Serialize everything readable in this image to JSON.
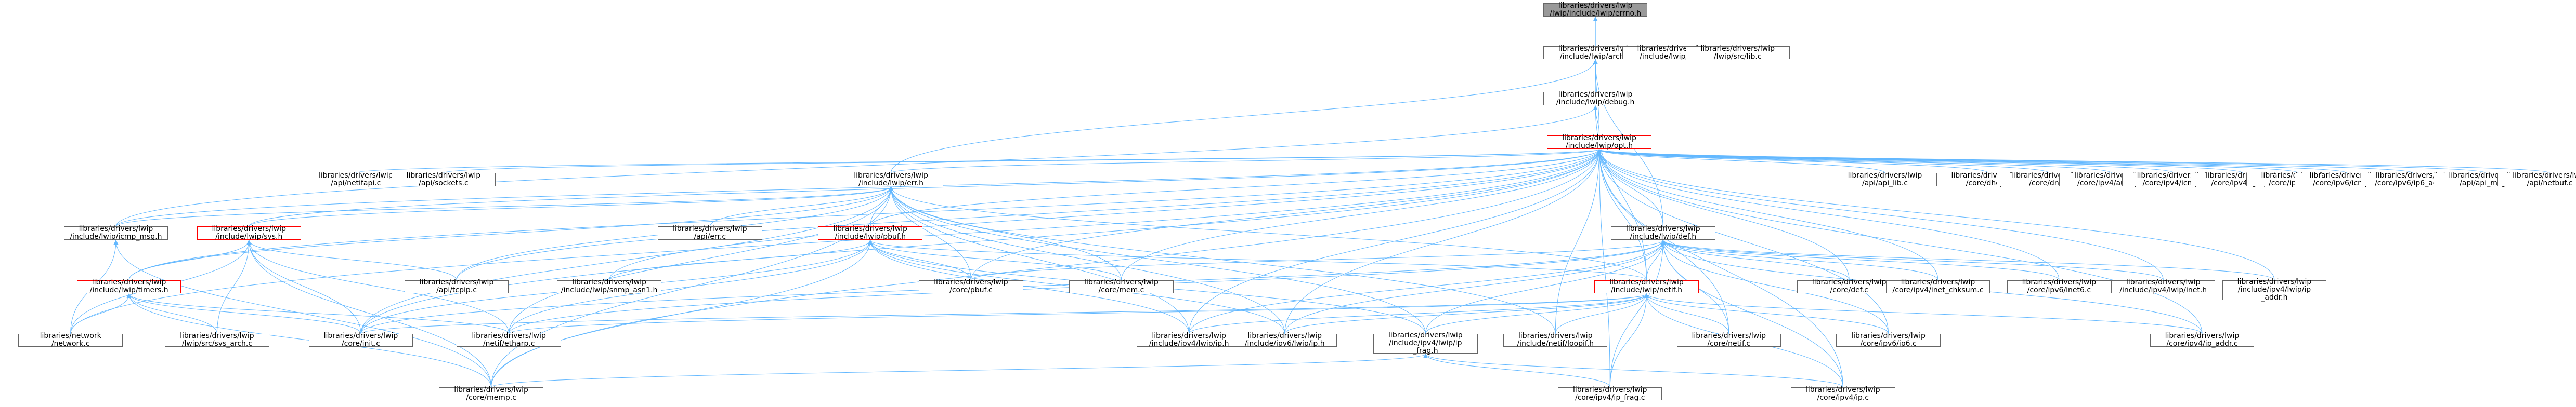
{
  "colors": {
    "edge": "#63b8ff",
    "node_border": "#666666",
    "node_fill": "#ffffff",
    "root_fill": "#999999",
    "warn_border": "#ff0000",
    "background": "#ffffff"
  },
  "nodes": [
    {
      "id": "errno_h",
      "lines": [
        "libraries/drivers/lwip",
        "/lwip/include/lwip/errno.h"
      ],
      "kind": "root"
    },
    {
      "id": "arch_h",
      "lines": [
        "libraries/drivers/lwip",
        "/include/lwip/arch.h"
      ],
      "kind": "normal"
    },
    {
      "id": "debug_h",
      "lines": [
        "libraries/drivers/lwip",
        "/include/lwip/debug.h"
      ],
      "kind": "normal"
    },
    {
      "id": "inttypes_h",
      "lines": [
        "libraries/drivers/lwip",
        "/include/lwip/inet.h"
      ],
      "kind": "normal"
    },
    {
      "id": "sys_lib",
      "lines": [
        "libraries/drivers/lwip",
        "/lwip/src/lib.c"
      ],
      "kind": "normal"
    },
    {
      "id": "opt_h",
      "lines": [
        "libraries/drivers/lwip",
        "/include/lwip/opt.h"
      ],
      "kind": "warn"
    },
    {
      "id": "api_netifapi",
      "lines": [
        "libraries/drivers/lwip",
        "/api/netifapi.c"
      ],
      "kind": "normal"
    },
    {
      "id": "api_sockets",
      "lines": [
        "libraries/drivers/lwip",
        "/api/sockets.c"
      ],
      "kind": "normal"
    },
    {
      "id": "err_h",
      "lines": [
        "libraries/drivers/lwip",
        "/include/lwip/err.h"
      ],
      "kind": "normal"
    },
    {
      "id": "api_lib",
      "lines": [
        "libraries/drivers/lwip",
        "/api/api_lib.c"
      ],
      "kind": "normal"
    },
    {
      "id": "core_dhcp",
      "lines": [
        "libraries/drivers/lwip",
        "/core/dhcp.c"
      ],
      "kind": "normal"
    },
    {
      "id": "core_dns",
      "lines": [
        "libraries/drivers/lwip",
        "/core/dns.c"
      ],
      "kind": "normal"
    },
    {
      "id": "ipv4_autoip",
      "lines": [
        "libraries/drivers/lwip",
        "/core/ipv4/autoip.c"
      ],
      "kind": "normal"
    },
    {
      "id": "ipv4_icmp",
      "lines": [
        "libraries/drivers/lwip",
        "/core/ipv4/icmp.c"
      ],
      "kind": "normal"
    },
    {
      "id": "ipv4_igmp",
      "lines": [
        "libraries/drivers/lwip",
        "/core/ipv4/igmp.c"
      ],
      "kind": "normal"
    },
    {
      "id": "ipv4_inet",
      "lines": [
        "libraries/drivers/lwip",
        "/core/ipv4/inet.c"
      ],
      "kind": "normal"
    },
    {
      "id": "ipv6_icmp6",
      "lines": [
        "libraries/drivers/lwip",
        "/core/ipv6/icmp6.c"
      ],
      "kind": "normal"
    },
    {
      "id": "ipv6_ip6_addr",
      "lines": [
        "libraries/drivers/lwip",
        "/core/ipv6/ip6_addr.c"
      ],
      "kind": "normal"
    },
    {
      "id": "api_msg",
      "lines": [
        "libraries/drivers/lwip",
        "/api/api_msg.c"
      ],
      "kind": "normal"
    },
    {
      "id": "api_netbuf",
      "lines": [
        "libraries/drivers/lwip",
        "/api/netbuf.c"
      ],
      "kind": "normal"
    },
    {
      "id": "icmp_msg_h",
      "lines": [
        "libraries/drivers/lwip",
        "/include/lwip/icmp_msg.h"
      ],
      "kind": "normal"
    },
    {
      "id": "sys_h",
      "lines": [
        "libraries/drivers/lwip",
        "/include/lwip/sys.h"
      ],
      "kind": "warn"
    },
    {
      "id": "api_err",
      "lines": [
        "libraries/drivers/lwip",
        "/api/err.c"
      ],
      "kind": "normal"
    },
    {
      "id": "pbuf_h",
      "lines": [
        "libraries/drivers/lwip",
        "/include/lwip/pbuf.h"
      ],
      "kind": "warn"
    },
    {
      "id": "def_h",
      "lines": [
        "libraries/drivers/lwip",
        "/include/lwip/def.h"
      ],
      "kind": "normal"
    },
    {
      "id": "timers_h",
      "lines": [
        "libraries/drivers/lwip",
        "/include/lwip/timers.h"
      ],
      "kind": "warn"
    },
    {
      "id": "api_tcpip",
      "lines": [
        "libraries/drivers/lwip",
        "/api/tcpip.c"
      ],
      "kind": "normal"
    },
    {
      "id": "snmp_asn1_h",
      "lines": [
        "libraries/drivers/lwip",
        "/include/lwip/snmp_asn1.h"
      ],
      "kind": "normal"
    },
    {
      "id": "core_pbuf",
      "lines": [
        "libraries/drivers/lwip",
        "/core/pbuf.c"
      ],
      "kind": "normal"
    },
    {
      "id": "core_mem",
      "lines": [
        "libraries/drivers/lwip",
        "/core/mem.c"
      ],
      "kind": "normal"
    },
    {
      "id": "netif_h",
      "lines": [
        "libraries/drivers/lwip",
        "/include/lwip/netif.h"
      ],
      "kind": "warn"
    },
    {
      "id": "core_def",
      "lines": [
        "libraries/drivers/lwip",
        "/core/def.c"
      ],
      "kind": "normal"
    },
    {
      "id": "inet_chksum",
      "lines": [
        "libraries/drivers/lwip",
        "/core/ipv4/inet_chksum.c"
      ],
      "kind": "normal"
    },
    {
      "id": "ipv6_inet6",
      "lines": [
        "libraries/drivers/lwip",
        "/core/ipv6/inet6.c"
      ],
      "kind": "normal"
    },
    {
      "id": "ipv4_inet_h",
      "lines": [
        "libraries/drivers/lwip",
        "/include/ipv4/lwip/inet.h"
      ],
      "kind": "normal"
    },
    {
      "id": "ip_addr_h",
      "lines": [
        "libraries/drivers/lwip",
        "/include/ipv4/lwip/ip",
        "_addr.h"
      ],
      "kind": "normal"
    },
    {
      "id": "network_c",
      "lines": [
        "libraries/network",
        "/network.c"
      ],
      "kind": "normal"
    },
    {
      "id": "sys_arch",
      "lines": [
        "libraries/drivers/lwip",
        "/lwip/src/sys_arch.c"
      ],
      "kind": "normal"
    },
    {
      "id": "core_init",
      "lines": [
        "libraries/drivers/lwip",
        "/core/init.c"
      ],
      "kind": "normal"
    },
    {
      "id": "netif_etharp",
      "lines": [
        "libraries/drivers/lwip",
        "/netif/etharp.c"
      ],
      "kind": "normal"
    },
    {
      "id": "ipv4_ip_h",
      "lines": [
        "libraries/drivers/lwip",
        "/include/ipv4/lwip/ip.h"
      ],
      "kind": "normal"
    },
    {
      "id": "ipv6_ip_h",
      "lines": [
        "libraries/drivers/lwip",
        "/include/ipv6/lwip/ip.h"
      ],
      "kind": "normal"
    },
    {
      "id": "ip_frag_h",
      "lines": [
        "libraries/drivers/lwip",
        "/include/ipv4/lwip/ip",
        "_frag.h"
      ],
      "kind": "normal"
    },
    {
      "id": "loopif_h",
      "lines": [
        "libraries/drivers/lwip",
        "/include/netif/loopif.h"
      ],
      "kind": "normal"
    },
    {
      "id": "core_netif",
      "lines": [
        "libraries/drivers/lwip",
        "/core/netif.c"
      ],
      "kind": "normal"
    },
    {
      "id": "ipv6_ip6",
      "lines": [
        "libraries/drivers/lwip",
        "/core/ipv6/ip6.c"
      ],
      "kind": "normal"
    },
    {
      "id": "ipv4_ip_addr",
      "lines": [
        "libraries/drivers/lwip",
        "/core/ipv4/ip_addr.c"
      ],
      "kind": "normal"
    },
    {
      "id": "core_memp",
      "lines": [
        "libraries/drivers/lwip",
        "/core/memp.c"
      ],
      "kind": "normal"
    },
    {
      "id": "ip_frag_c",
      "lines": [
        "libraries/drivers/lwip",
        "/core/ipv4/ip_frag.c"
      ],
      "kind": "normal"
    },
    {
      "id": "ipv4_ip_c",
      "lines": [
        "libraries/drivers/lwip",
        "/core/ipv4/ip.c"
      ],
      "kind": "normal"
    }
  ],
  "edges": [
    [
      "arch_h",
      "errno_h"
    ],
    [
      "debug_h",
      "arch_h"
    ],
    [
      "inttypes_h",
      "arch_h"
    ],
    [
      "sys_lib",
      "arch_h"
    ],
    [
      "opt_h",
      "arch_h"
    ],
    [
      "err_h",
      "arch_h"
    ],
    [
      "def_h",
      "arch_h"
    ],
    [
      "opt_h",
      "debug_h"
    ],
    [
      "icmp_msg_h",
      "debug_h"
    ],
    [
      "netif_h",
      "debug_h"
    ],
    [
      "api_netifapi",
      "opt_h"
    ],
    [
      "api_sockets",
      "opt_h"
    ],
    [
      "err_h",
      "opt_h"
    ],
    [
      "api_lib",
      "opt_h"
    ],
    [
      "core_dhcp",
      "opt_h"
    ],
    [
      "core_dns",
      "opt_h"
    ],
    [
      "ipv4_autoip",
      "opt_h"
    ],
    [
      "ipv4_icmp",
      "opt_h"
    ],
    [
      "ipv4_igmp",
      "opt_h"
    ],
    [
      "ipv4_inet",
      "opt_h"
    ],
    [
      "ipv6_icmp6",
      "opt_h"
    ],
    [
      "ipv6_ip6_addr",
      "opt_h"
    ],
    [
      "api_msg",
      "opt_h"
    ],
    [
      "api_netbuf",
      "opt_h"
    ],
    [
      "icmp_msg_h",
      "opt_h"
    ],
    [
      "sys_h",
      "opt_h"
    ],
    [
      "pbuf_h",
      "opt_h"
    ],
    [
      "def_h",
      "opt_h"
    ],
    [
      "timers_h",
      "opt_h"
    ],
    [
      "api_tcpip",
      "opt_h"
    ],
    [
      "snmp_asn1_h",
      "opt_h"
    ],
    [
      "core_pbuf",
      "opt_h"
    ],
    [
      "core_mem",
      "opt_h"
    ],
    [
      "netif_h",
      "opt_h"
    ],
    [
      "core_def",
      "opt_h"
    ],
    [
      "inet_chksum",
      "opt_h"
    ],
    [
      "ipv6_inet6",
      "opt_h"
    ],
    [
      "ipv4_inet_h",
      "opt_h"
    ],
    [
      "ip_addr_h",
      "opt_h"
    ],
    [
      "network_c",
      "opt_h"
    ],
    [
      "core_init",
      "opt_h"
    ],
    [
      "ipv4_ip_h",
      "opt_h"
    ],
    [
      "ipv6_ip_h",
      "opt_h"
    ],
    [
      "loopif_h",
      "opt_h"
    ],
    [
      "core_netif",
      "opt_h"
    ],
    [
      "ipv6_ip6",
      "opt_h"
    ],
    [
      "ipv4_ip_addr",
      "opt_h"
    ],
    [
      "core_memp",
      "opt_h"
    ],
    [
      "ip_frag_c",
      "opt_h"
    ],
    [
      "ipv4_ip_c",
      "opt_h"
    ],
    [
      "icmp_msg_h",
      "err_h"
    ],
    [
      "sys_h",
      "err_h"
    ],
    [
      "api_err",
      "err_h"
    ],
    [
      "pbuf_h",
      "err_h"
    ],
    [
      "timers_h",
      "err_h"
    ],
    [
      "api_tcpip",
      "err_h"
    ],
    [
      "core_pbuf",
      "err_h"
    ],
    [
      "core_mem",
      "err_h"
    ],
    [
      "netif_h",
      "err_h"
    ],
    [
      "core_init",
      "err_h"
    ],
    [
      "ipv4_ip_h",
      "err_h"
    ],
    [
      "ipv6_ip_h",
      "err_h"
    ],
    [
      "ip_frag_h",
      "err_h"
    ],
    [
      "loopif_h",
      "err_h"
    ],
    [
      "netif_etharp",
      "err_h"
    ],
    [
      "core_memp",
      "err_h"
    ],
    [
      "timers_h",
      "sys_h"
    ],
    [
      "api_tcpip",
      "sys_h"
    ],
    [
      "network_c",
      "sys_h"
    ],
    [
      "sys_arch",
      "sys_h"
    ],
    [
      "core_init",
      "sys_h"
    ],
    [
      "netif_etharp",
      "sys_h"
    ],
    [
      "core_memp",
      "sys_h"
    ],
    [
      "snmp_asn1_h",
      "pbuf_h"
    ],
    [
      "core_pbuf",
      "pbuf_h"
    ],
    [
      "core_mem",
      "pbuf_h"
    ],
    [
      "netif_h",
      "pbuf_h"
    ],
    [
      "ipv4_ip_h",
      "pbuf_h"
    ],
    [
      "ipv6_ip_h",
      "pbuf_h"
    ],
    [
      "ip_frag_h",
      "pbuf_h"
    ],
    [
      "netif_etharp",
      "pbuf_h"
    ],
    [
      "core_memp",
      "pbuf_h"
    ],
    [
      "core_init",
      "pbuf_h"
    ],
    [
      "core_pbuf",
      "def_h"
    ],
    [
      "netif_h",
      "def_h"
    ],
    [
      "core_def",
      "def_h"
    ],
    [
      "inet_chksum",
      "def_h"
    ],
    [
      "ipv6_inet6",
      "def_h"
    ],
    [
      "ipv4_inet_h",
      "def_h"
    ],
    [
      "ip_addr_h",
      "def_h"
    ],
    [
      "ipv4_ip_h",
      "def_h"
    ],
    [
      "ipv6_ip_h",
      "def_h"
    ],
    [
      "ip_frag_h",
      "def_h"
    ],
    [
      "core_netif",
      "def_h"
    ],
    [
      "ipv6_ip6",
      "def_h"
    ],
    [
      "ipv4_ip_addr",
      "def_h"
    ],
    [
      "netif_etharp",
      "def_h"
    ],
    [
      "core_init",
      "def_h"
    ],
    [
      "ip_frag_c",
      "def_h"
    ],
    [
      "ipv4_ip_c",
      "def_h"
    ],
    [
      "network_c",
      "timers_h"
    ],
    [
      "sys_arch",
      "timers_h"
    ],
    [
      "core_init",
      "timers_h"
    ],
    [
      "netif_etharp",
      "timers_h"
    ],
    [
      "core_memp",
      "timers_h"
    ],
    [
      "core_netif",
      "netif_h"
    ],
    [
      "ipv6_ip6",
      "netif_h"
    ],
    [
      "ipv4_ip_addr",
      "netif_h"
    ],
    [
      "ipv4_ip_h",
      "netif_h"
    ],
    [
      "ipv6_ip_h",
      "netif_h"
    ],
    [
      "ip_frag_h",
      "netif_h"
    ],
    [
      "loopif_h",
      "netif_h"
    ],
    [
      "netif_etharp",
      "netif_h"
    ],
    [
      "core_init",
      "netif_h"
    ],
    [
      "ip_frag_c",
      "netif_h"
    ],
    [
      "ipv4_ip_c",
      "netif_h"
    ],
    [
      "core_memp",
      "ip_frag_h"
    ],
    [
      "ip_frag_c",
      "ip_frag_h"
    ],
    [
      "ipv4_ip_c",
      "ip_frag_h"
    ],
    [
      "network_c",
      "icmp_msg_h"
    ],
    [
      "core_memp",
      "icmp_msg_h"
    ]
  ]
}
